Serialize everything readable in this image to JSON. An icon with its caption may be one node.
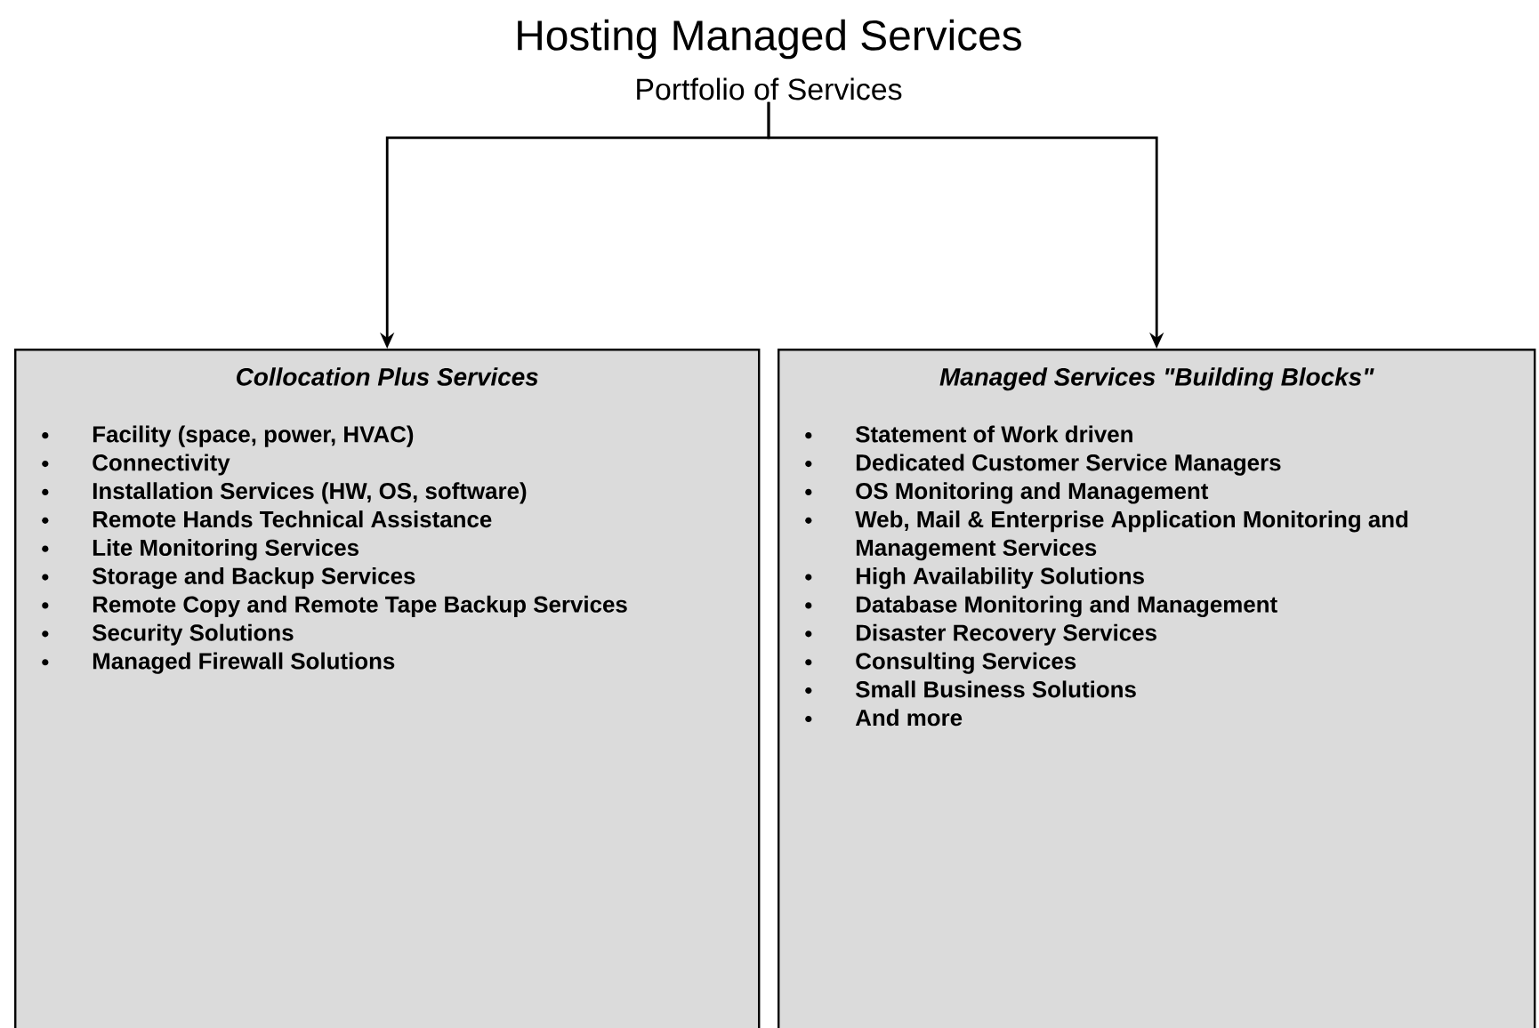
{
  "diagram": {
    "title": "Hosting Managed Services",
    "nodes": [
      {
        "text": [
          "Portfolio of Services"
        ]
      },
      {
        "text": [
          "Collocation Plus Services",
          "Facility (space, power, HVAC)",
          "Connectivity",
          "Installation Services (HW, OS, software)",
          "Remote Hands Technical Assistance",
          "Lite Monitoring Services",
          "Storage and Backup Services",
          "Remote Copy and Remote Tape Backup Services",
          "Security Solutions",
          "Managed Firewall Solutions"
        ]
      },
      {
        "text": [
          "Managed Services \"Building Blocks\"",
          "Statement of Work driven",
          "Dedicated Customer Service Managers",
          "OS Monitoring and Management",
          "Web, Mail & Enterprise Application Monitoring and Management Services",
          "High Availability Solutions",
          "Database Monitoring and Management",
          "Disaster Recovery Services",
          "Consulting Services",
          "Small Business Solutions",
          "And more"
        ]
      }
    ],
    "edges": [
      {
        "from": 0,
        "to": 1,
        "arrow": "to"
      },
      {
        "from": 0,
        "to": 2,
        "arrow": "to"
      }
    ]
  }
}
